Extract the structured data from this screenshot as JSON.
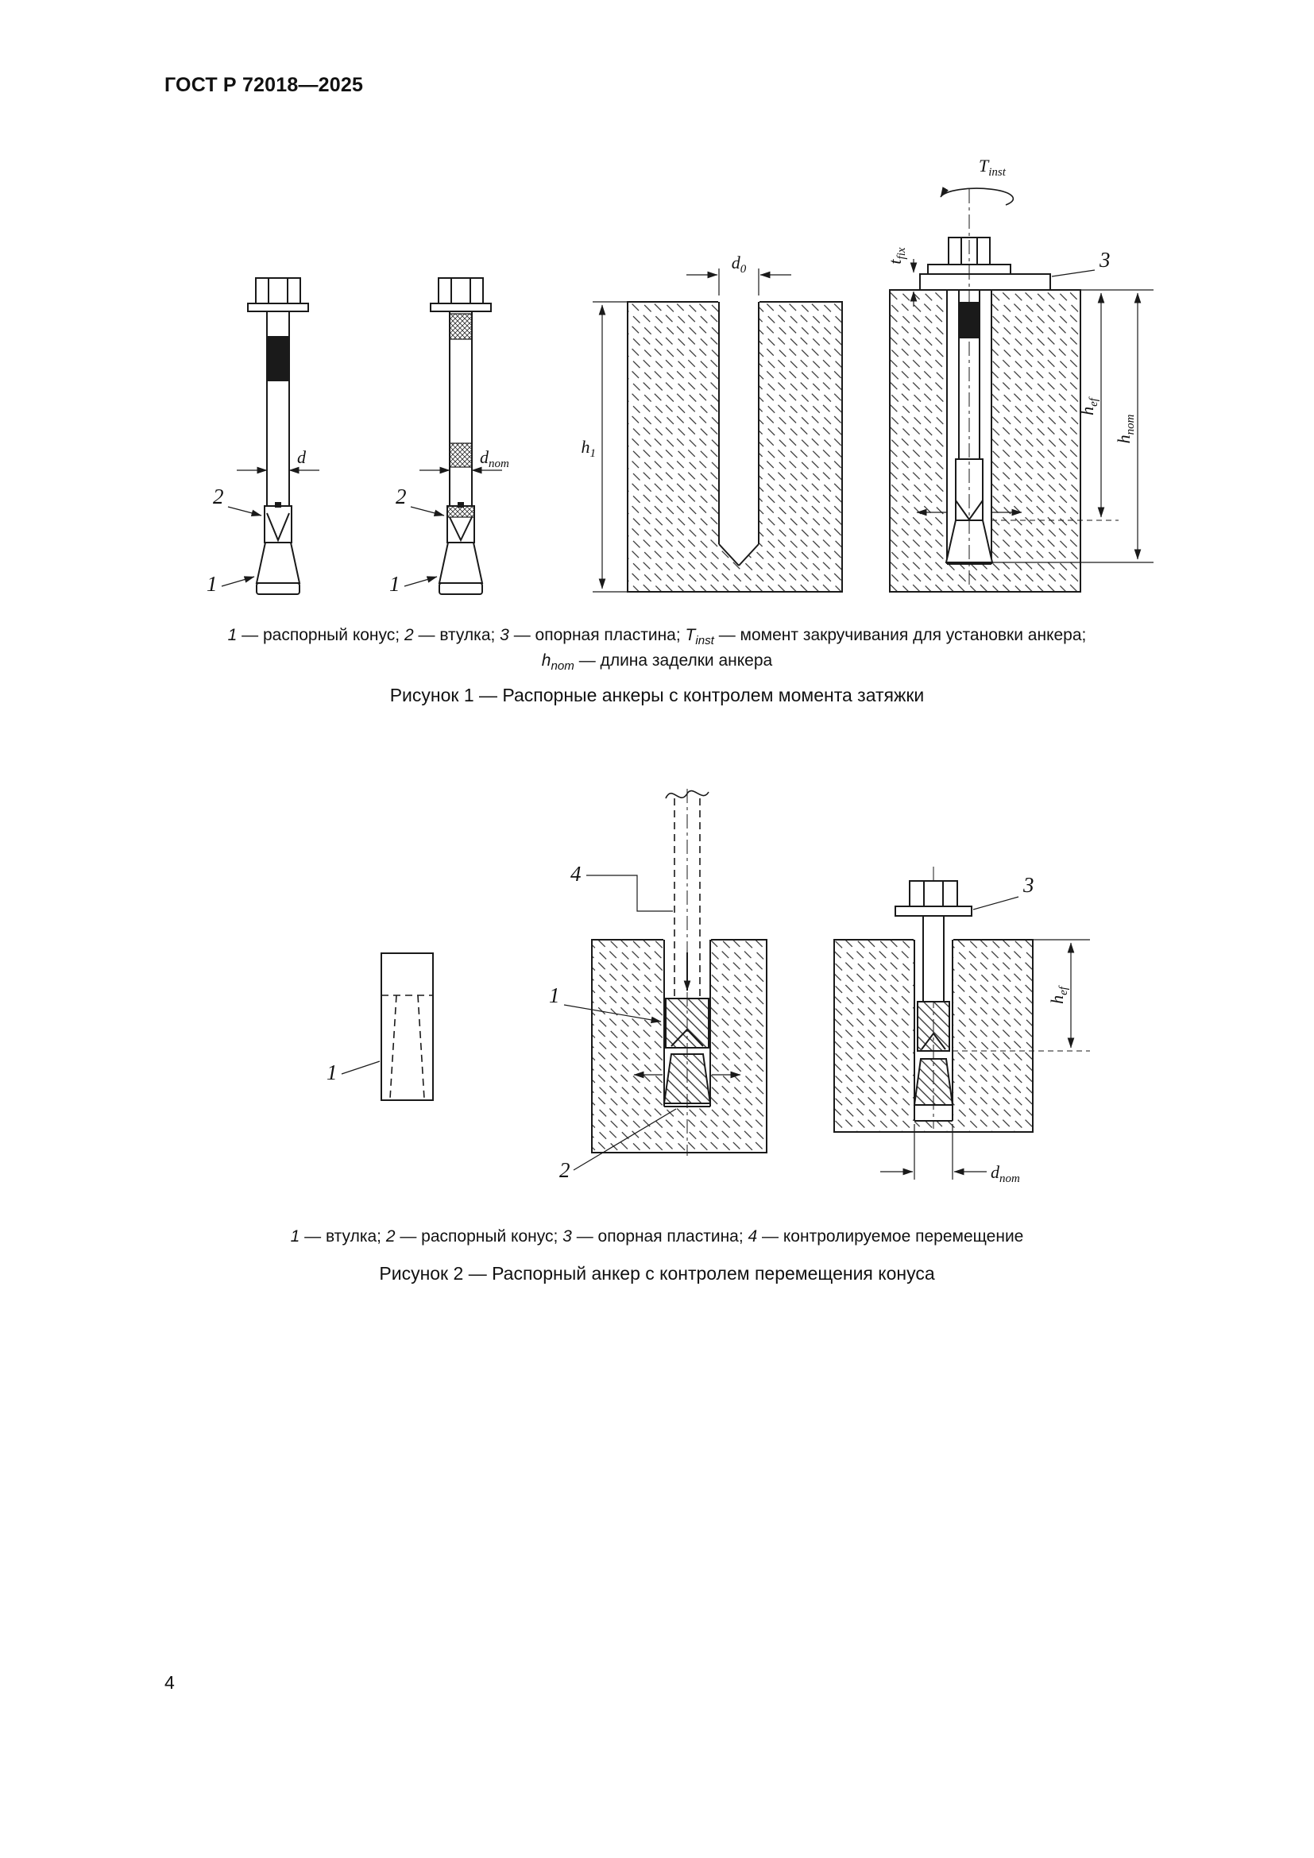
{
  "page": {
    "header": "ГОСТ Р 72018—2025",
    "number": "4"
  },
  "figure1": {
    "title": "Рисунок 1 — Распорные анкеры с контролем момента затяжки",
    "caption_line1": [
      {
        "t": "1",
        "s": "i"
      },
      {
        "t": " — распорный конус; "
      },
      {
        "t": "2",
        "s": "i"
      },
      {
        "t": " — втулка; "
      },
      {
        "t": "3",
        "s": "i"
      },
      {
        "t": " — опорная пластина; "
      },
      {
        "t": "T",
        "s": "i"
      },
      {
        "t": "inst",
        "s": "isub"
      },
      {
        "t": " — момент закручивания для установки анкера;"
      }
    ],
    "caption_line2": [
      {
        "t": "h",
        "s": "i"
      },
      {
        "t": "nom",
        "s": "isub"
      },
      {
        "t": " — длина заделки анкера"
      }
    ],
    "labels": {
      "callout1": "1",
      "callout2": "2",
      "callout3": "3",
      "d": "d",
      "dnom_main": "d",
      "dnom_sub": "nom",
      "d0_main": "d",
      "d0_sub": "0",
      "h1_main": "h",
      "h1_sub": "1",
      "tinst_main": "T",
      "tinst_sub": "inst",
      "tfix_main": "t",
      "tfix_sub": "fix",
      "hef_main": "h",
      "hef_sub": "ef",
      "hnom_main": "h",
      "hnom_sub": "nom"
    }
  },
  "figure2": {
    "title": "Рисунок 2 — Распорный анкер с контролем перемещения конуса",
    "caption_line1": [
      {
        "t": "1",
        "s": "i"
      },
      {
        "t": " — втулка; "
      },
      {
        "t": "2",
        "s": "i"
      },
      {
        "t": " — распорный конус; "
      },
      {
        "t": "3",
        "s": "i"
      },
      {
        "t": " — опорная пластина; "
      },
      {
        "t": "4",
        "s": "i"
      },
      {
        "t": " — контролируемое перемещение"
      }
    ],
    "labels": {
      "callout1": "1",
      "callout2": "2",
      "callout3": "3",
      "callout4": "4",
      "hef_main": "h",
      "hef_sub": "ef",
      "dnom_main": "d",
      "dnom_sub": "nom"
    }
  }
}
